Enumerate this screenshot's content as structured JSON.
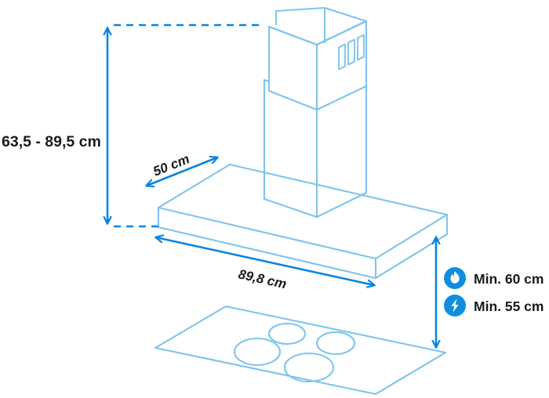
{
  "diagram": {
    "type": "appliance-dimension-drawing",
    "subject": "wall-mounted cooker hood above a four-burner cooktop",
    "colors": {
      "outline": "#7FC4EC",
      "dimension": "#0A84E0",
      "badge": "#0F8EE0",
      "text": "#1a1a1a",
      "background": "#ffffff"
    }
  },
  "dimensions": {
    "height_range": "63,5 - 89,5 cm",
    "depth": "50 cm",
    "width": "89,8 cm"
  },
  "clearances": [
    {
      "icon": "flame-icon",
      "label": "Min. 60 cm",
      "hob_type": "gas"
    },
    {
      "icon": "lightning-bolt-icon",
      "label": "Min. 55 cm",
      "hob_type": "electric"
    }
  ]
}
